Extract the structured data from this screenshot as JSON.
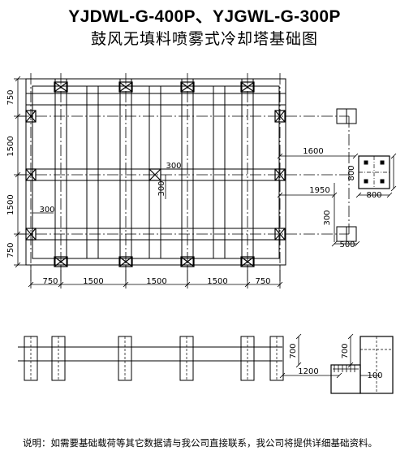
{
  "title_line1": "YJDWL-G-400P、YJGWL-G-300P",
  "title_line2": "鼓风无填料喷雾式冷却塔基础图",
  "note": "说明：如需要基础载荷等其它数据请与我公司直接联系，我公司将提供详细基础资料。",
  "dims": {
    "left_750_top": "750",
    "left_1500_a": "1500",
    "left_1500_b": "1500",
    "left_750_bottom": "750",
    "bottom_750_left": "750",
    "bottom_1500_a": "1500",
    "bottom_1500_b": "1500",
    "bottom_1500_c": "1500",
    "bottom_750_right": "750",
    "right_1600": "1600",
    "right_1950": "1950",
    "right_800_v": "800",
    "right_800_h": "800",
    "right_300_v": "300",
    "right_500": "500",
    "center_300_h": "300",
    "center_300_v": "300",
    "left_300": "300",
    "elev_700_a": "700",
    "elev_700_b": "700",
    "elev_1200": "1200",
    "elev_100": "100"
  }
}
